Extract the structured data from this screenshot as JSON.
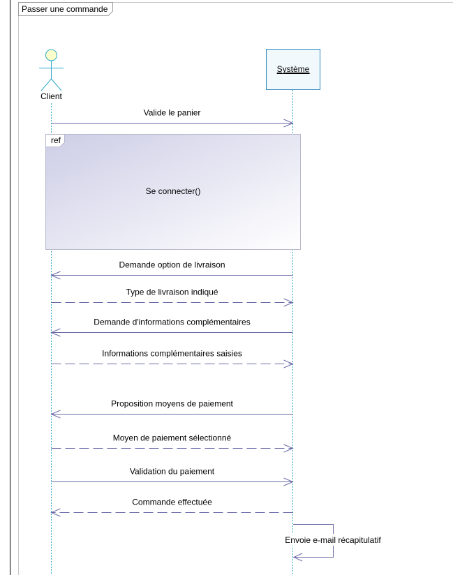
{
  "frame": {
    "title": "Passer une commande"
  },
  "lifelines": {
    "client": {
      "label": "Client"
    },
    "systeme": {
      "label": "Système"
    }
  },
  "ref_fragment": {
    "tag": "ref",
    "label": "Se connecter()"
  },
  "messages": [
    {
      "label": "Valide le panier",
      "from": "client",
      "to": "systeme",
      "kind": "sync"
    },
    {
      "label": "Demande option de livraison",
      "from": "systeme",
      "to": "client",
      "kind": "sync"
    },
    {
      "label": "Type de livraison indiqué",
      "from": "client",
      "to": "systeme",
      "kind": "reply"
    },
    {
      "label": "Demande d'informations complémentaires",
      "from": "systeme",
      "to": "client",
      "kind": "sync"
    },
    {
      "label": "Informations complémentaires saisies",
      "from": "client",
      "to": "systeme",
      "kind": "reply"
    },
    {
      "label": "Proposition moyens de paiement",
      "from": "systeme",
      "to": "client",
      "kind": "sync"
    },
    {
      "label": "Moyen de paiement sélectionné",
      "from": "client",
      "to": "systeme",
      "kind": "reply"
    },
    {
      "label": "Validation du paiement",
      "from": "client",
      "to": "systeme",
      "kind": "sync"
    },
    {
      "label": "Commande effectuée",
      "from": "systeme",
      "to": "client",
      "kind": "reply"
    }
  ],
  "self_message": {
    "label": "Envoie e-mail récapitulatif"
  },
  "colors": {
    "lifeline": "#2aa7c9",
    "message": "#6a6aa8",
    "actor_head_fill": "#ffffcc",
    "actor_stroke": "#2aa7c9",
    "object_box_fill": "#f2f9fd",
    "object_box_stroke": "#2a84b8",
    "ref_gradient_start": "#cdcde6",
    "ref_gradient_end": "#ffffff",
    "ref_border": "#b8b8cc",
    "frame_border": "#a0a0a0"
  }
}
